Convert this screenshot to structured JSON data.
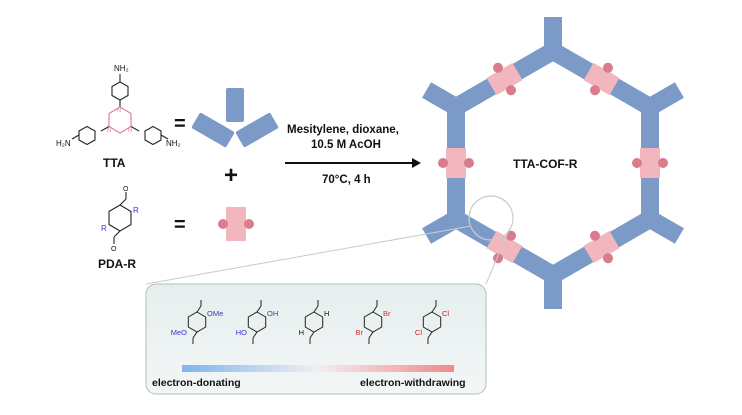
{
  "tta": {
    "name": "TTA",
    "nh2": "NH₂",
    "h2n": "H₂N",
    "ring_n": "N"
  },
  "pda": {
    "name": "PDA-R",
    "r": "R",
    "o": "O"
  },
  "equals": "=",
  "plus": "+",
  "conditions": {
    "line1": "Mesitylene, dioxane,",
    "line2": "10.5 M AcOH",
    "line3": "70°C, 4 h"
  },
  "product": "TTA-COF-R",
  "substituents": [
    {
      "labels": [
        "OMe",
        "MeO"
      ],
      "color": "#3a3ad0"
    },
    {
      "labels": [
        "OH",
        "HO"
      ],
      "color": "#3a3ad0"
    },
    {
      "labels": [
        "H",
        "H"
      ],
      "color": "#111111"
    },
    {
      "labels": [
        "Br",
        "Br"
      ],
      "color": "#d23030"
    },
    {
      "labels": [
        "Cl",
        "Cl"
      ],
      "color": "#d81818"
    }
  ],
  "scale": {
    "left": "electron-donating",
    "right": "electron-withdrawing"
  },
  "colors": {
    "linker_blue": "#7b9ac8",
    "node_pink": "#f2b6bf",
    "dot_pink": "#d97c8c",
    "gradient_left": "#7fb6ec",
    "gradient_right": "#f08a8a"
  }
}
